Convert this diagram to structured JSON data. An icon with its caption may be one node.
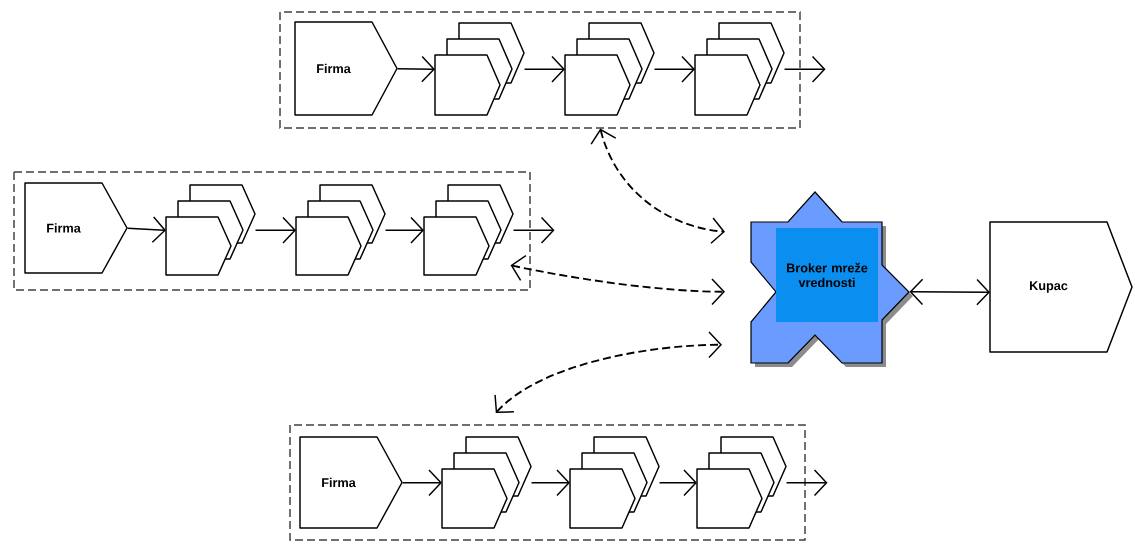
{
  "diagram": {
    "nodes": [
      {
        "text": [],
        "shape": "box"
      },
      {
        "text": [
          "Firma"
        ],
        "in": 0
      },
      {
        "text": [],
        "shape": "chevron",
        "in": 0
      },
      {
        "text": [],
        "shape": "chevron",
        "in": 0
      },
      {
        "text": [],
        "shape": "chevron",
        "in": 0
      },
      {
        "text": [],
        "shape": "box"
      },
      {
        "text": [
          "Firma"
        ],
        "in": 5
      },
      {
        "text": [],
        "shape": "chevron",
        "in": 5
      },
      {
        "text": [],
        "shape": "chevron",
        "in": 5
      },
      {
        "text": [],
        "shape": "chevron",
        "in": 5
      },
      {
        "text": [],
        "shape": "box"
      },
      {
        "text": [
          "Firma"
        ],
        "in": 10
      },
      {
        "text": [],
        "shape": "chevron",
        "in": 10
      },
      {
        "text": [],
        "shape": "chevron",
        "in": 10
      },
      {
        "text": [],
        "shape": "chevron",
        "in": 10
      },
      {
        "text": [
          "Broker mreže vrednosti"
        ]
      },
      {
        "text": [
          "Kupac"
        ]
      }
    ],
    "edges": [
      {
        "from": 1,
        "to": 2,
        "arrow": "to"
      },
      {
        "from": 2,
        "to": 3,
        "arrow": "to"
      },
      {
        "from": 3,
        "to": 4,
        "arrow": "to"
      },
      {
        "from": 4,
        "to": null,
        "arrow": "to"
      },
      {
        "from": 6,
        "to": 7,
        "arrow": "to"
      },
      {
        "from": 7,
        "to": 8,
        "arrow": "to"
      },
      {
        "from": 8,
        "to": 9,
        "arrow": "to"
      },
      {
        "from": 9,
        "to": null,
        "arrow": "to"
      },
      {
        "from": 11,
        "to": 12,
        "arrow": "to"
      },
      {
        "from": 12,
        "to": 13,
        "arrow": "to"
      },
      {
        "from": 13,
        "to": 14,
        "arrow": "to"
      },
      {
        "from": 14,
        "to": null,
        "arrow": "to"
      },
      {
        "from": 0,
        "to": 15,
        "arrow": "both",
        "style": "dashed"
      },
      {
        "from": 5,
        "to": 15,
        "arrow": "both",
        "style": "dashed"
      },
      {
        "from": 10,
        "to": 15,
        "arrow": "both",
        "style": "dashed"
      },
      {
        "from": 15,
        "to": 16,
        "arrow": "both"
      }
    ]
  }
}
